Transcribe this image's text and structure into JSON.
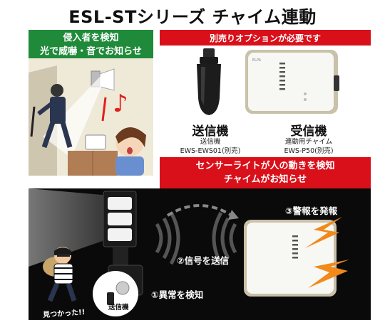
{
  "title": "ESL-STシリーズ チャイム連動",
  "left_banner": {
    "line1": "侵入者を検知",
    "line2": "光で威嚇・音でお知らせ"
  },
  "option_banner": "別売りオプションが必要です",
  "transmitter": {
    "label": "送信機",
    "sub1": "送信機",
    "sub2": "EWS-EWS01(別売)"
  },
  "receiver": {
    "label": "受信機",
    "sub1": "連動用チャイム",
    "sub2": "EWS-P50(別売)"
  },
  "sensor_banner": {
    "line1": "センサーライトが人の動きを検知",
    "line2": "チャイムがお知らせ"
  },
  "steps": {
    "step1": "①異常を検知",
    "step2": "②信号を送信",
    "step3": "③警報を発報"
  },
  "transmitter_tag": "送信機",
  "found_text": "見つかった!!",
  "colors": {
    "green": "#1f8a3a",
    "red": "#d9101a",
    "dark": "#0a0a0a"
  }
}
